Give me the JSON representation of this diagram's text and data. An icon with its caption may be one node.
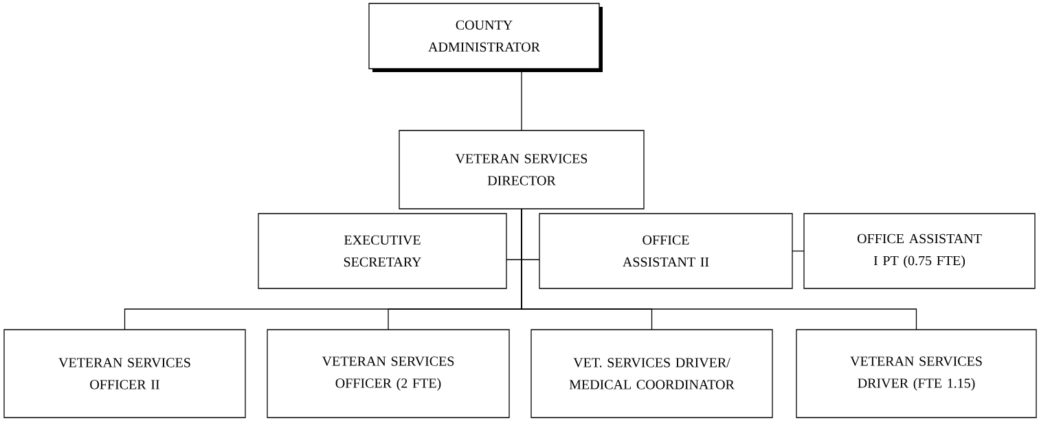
{
  "diagram": {
    "nodes": [
      {
        "text": [
          "COUNTY ADMINISTRATOR"
        ]
      },
      {
        "text": [
          "VETERAN SERVICES DIRECTOR"
        ]
      },
      {
        "text": [
          "EXECUTIVE SECRETARY"
        ]
      },
      {
        "text": [
          "OFFICE ASSISTANT II"
        ]
      },
      {
        "text": [
          "OFFICE ASSISTANT I PT (0.75 FTE)"
        ]
      },
      {
        "text": [
          "VETERAN SERVICES OFFICER  II"
        ]
      },
      {
        "text": [
          "VETERAN SERVICES OFFICER  (2 FTE)"
        ]
      },
      {
        "text": [
          "VET. SERVICES DRIVER/ MEDICAL COORDINATOR"
        ]
      },
      {
        "text": [
          "VETERAN SERVICES DRIVER  (FTE 1.15)"
        ]
      }
    ],
    "edges": [
      {
        "from": 0,
        "to": 1,
        "arrow": "none"
      },
      {
        "from": 1,
        "to": 2,
        "arrow": "none"
      },
      {
        "from": 1,
        "to": 3,
        "arrow": "none"
      },
      {
        "from": 3,
        "to": 4,
        "arrow": "none"
      },
      {
        "from": 1,
        "to": 5,
        "arrow": "none"
      },
      {
        "from": 1,
        "to": 6,
        "arrow": "none"
      },
      {
        "from": 1,
        "to": 7,
        "arrow": "none"
      },
      {
        "from": 1,
        "to": 8,
        "arrow": "none"
      }
    ]
  }
}
